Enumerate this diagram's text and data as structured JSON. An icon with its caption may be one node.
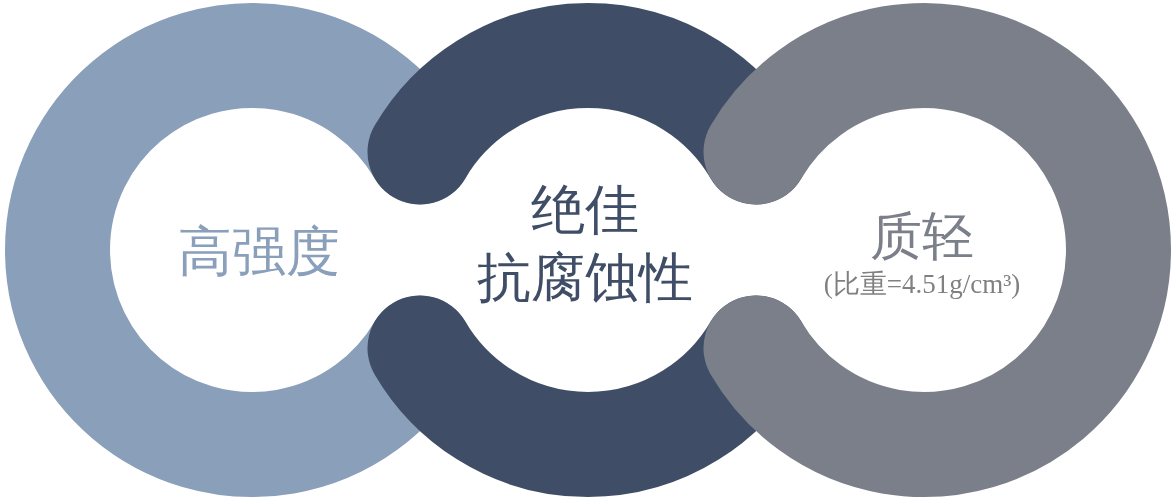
{
  "diagram": {
    "nodes": [
      {
        "text": [
          "高强度"
        ]
      },
      {
        "text": [
          "绝佳",
          "抗腐蚀性"
        ]
      },
      {
        "text": [
          "质轻",
          "(比重=4.51g/cm³)"
        ]
      }
    ]
  }
}
